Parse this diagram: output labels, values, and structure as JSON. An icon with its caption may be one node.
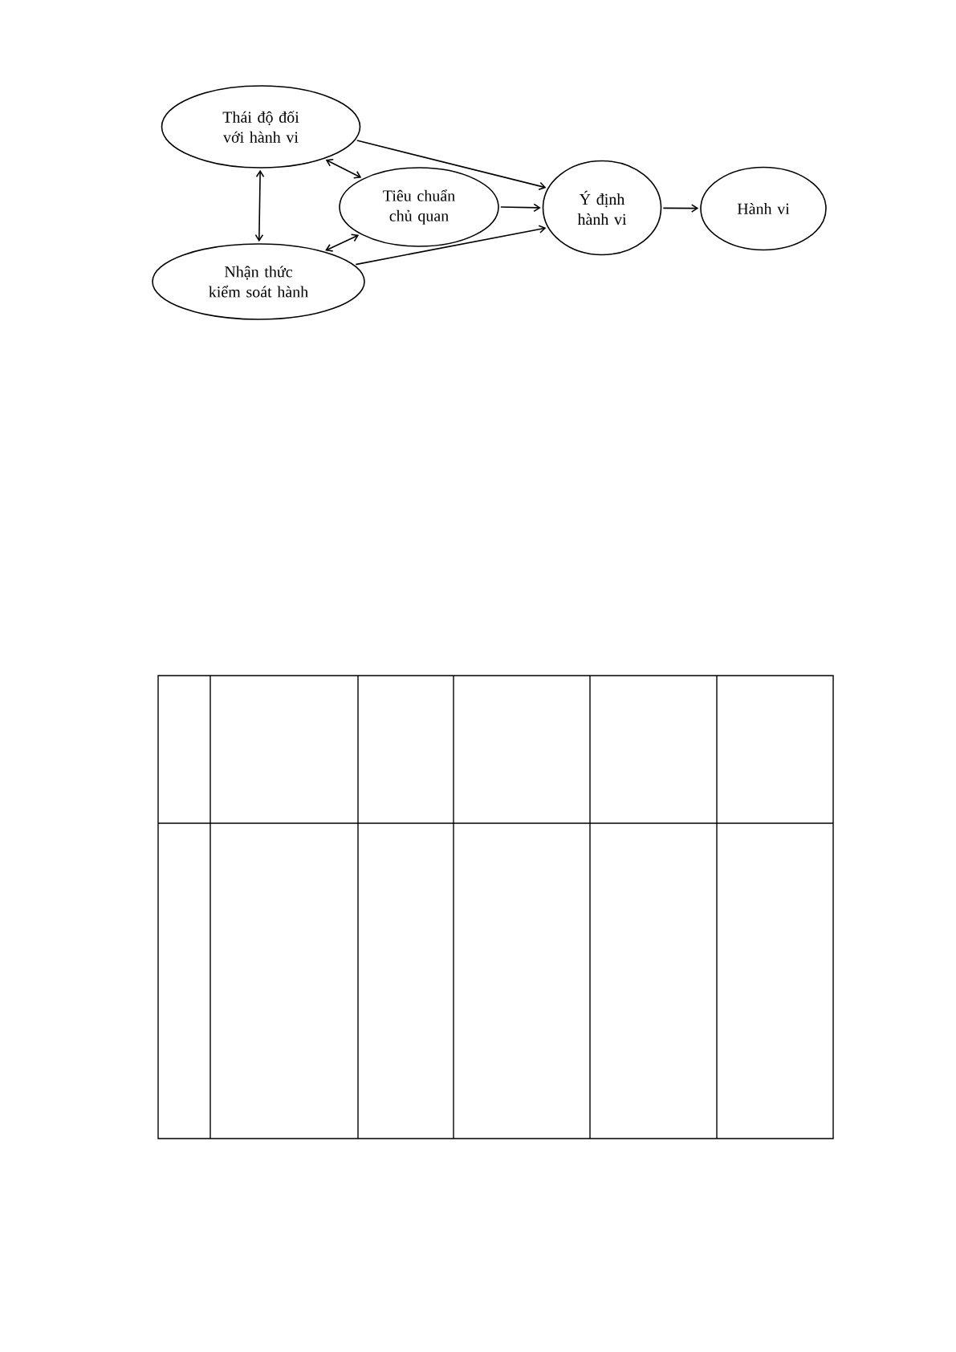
{
  "diagram": {
    "nodes": [
      {
        "text": [
          "Thái độ đối với hành vi"
        ]
      },
      {
        "text": [
          "Nhận thức kiểm soát hành"
        ]
      },
      {
        "text": [
          "Tiêu chuẩn chủ quan"
        ]
      },
      {
        "text": [
          "Ý định hành vi"
        ]
      },
      {
        "text": [
          "Hành vi"
        ]
      }
    ],
    "edges": [
      {
        "from": 0,
        "to": 1,
        "arrow": "both"
      },
      {
        "from": 0,
        "to": 2,
        "arrow": "both"
      },
      {
        "from": 1,
        "to": 2,
        "arrow": "both"
      },
      {
        "from": 0,
        "to": 3,
        "arrow": "to"
      },
      {
        "from": 2,
        "to": 3,
        "arrow": "to"
      },
      {
        "from": 1,
        "to": 3,
        "arrow": "to"
      },
      {
        "from": 3,
        "to": 4,
        "arrow": "to"
      }
    ]
  }
}
